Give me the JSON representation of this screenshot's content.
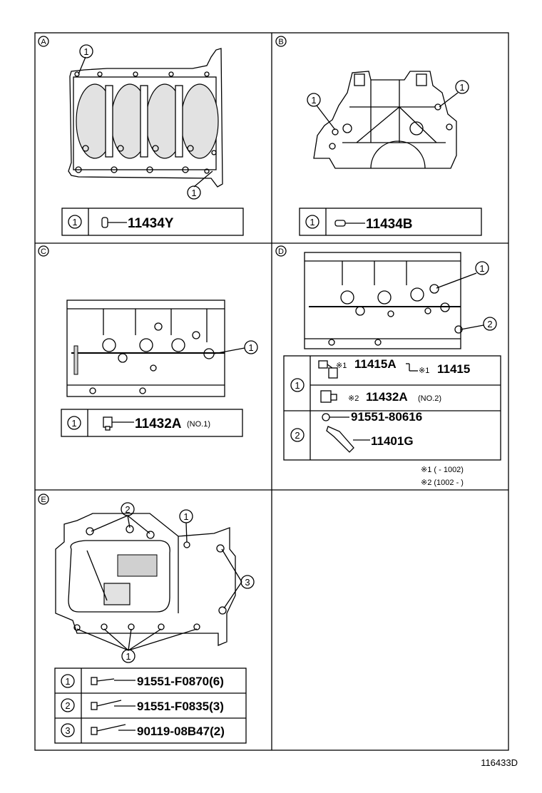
{
  "sections": {
    "A": {
      "letter": "A",
      "callouts": [
        "1",
        "1"
      ],
      "table": [
        {
          "num": "1",
          "part": "11434Y"
        }
      ]
    },
    "B": {
      "letter": "B",
      "callouts": [
        "1",
        "1"
      ],
      "table": [
        {
          "num": "1",
          "part": "11434B"
        }
      ]
    },
    "C": {
      "letter": "C",
      "callouts": [
        "1"
      ],
      "table": [
        {
          "num": "1",
          "part": "11432A",
          "note": "(NO.1)"
        }
      ]
    },
    "D": {
      "letter": "D",
      "callouts": [
        "1",
        "2"
      ],
      "rows": {
        "r1": {
          "num": "1",
          "a_mark": "※1",
          "a_part": "11415A",
          "b_mark": "※1",
          "b_part": "11415",
          "c_mark": "※2",
          "c_part": "11432A",
          "c_note": "(NO.2)"
        },
        "r2": {
          "num": "2",
          "a_part": "91551-80616",
          "b_part": "11401G"
        }
      },
      "notes": [
        "※1 (        - 1002)",
        "※2 (1002 -        )"
      ]
    },
    "E": {
      "letter": "E",
      "callouts": [
        "2",
        "1",
        "3",
        "1"
      ],
      "table": [
        {
          "num": "1",
          "part": "91551-F0870(6)"
        },
        {
          "num": "2",
          "part": "91551-F0835(3)"
        },
        {
          "num": "3",
          "part": "90119-08B47(2)"
        }
      ]
    }
  },
  "footer_code": "116433D"
}
